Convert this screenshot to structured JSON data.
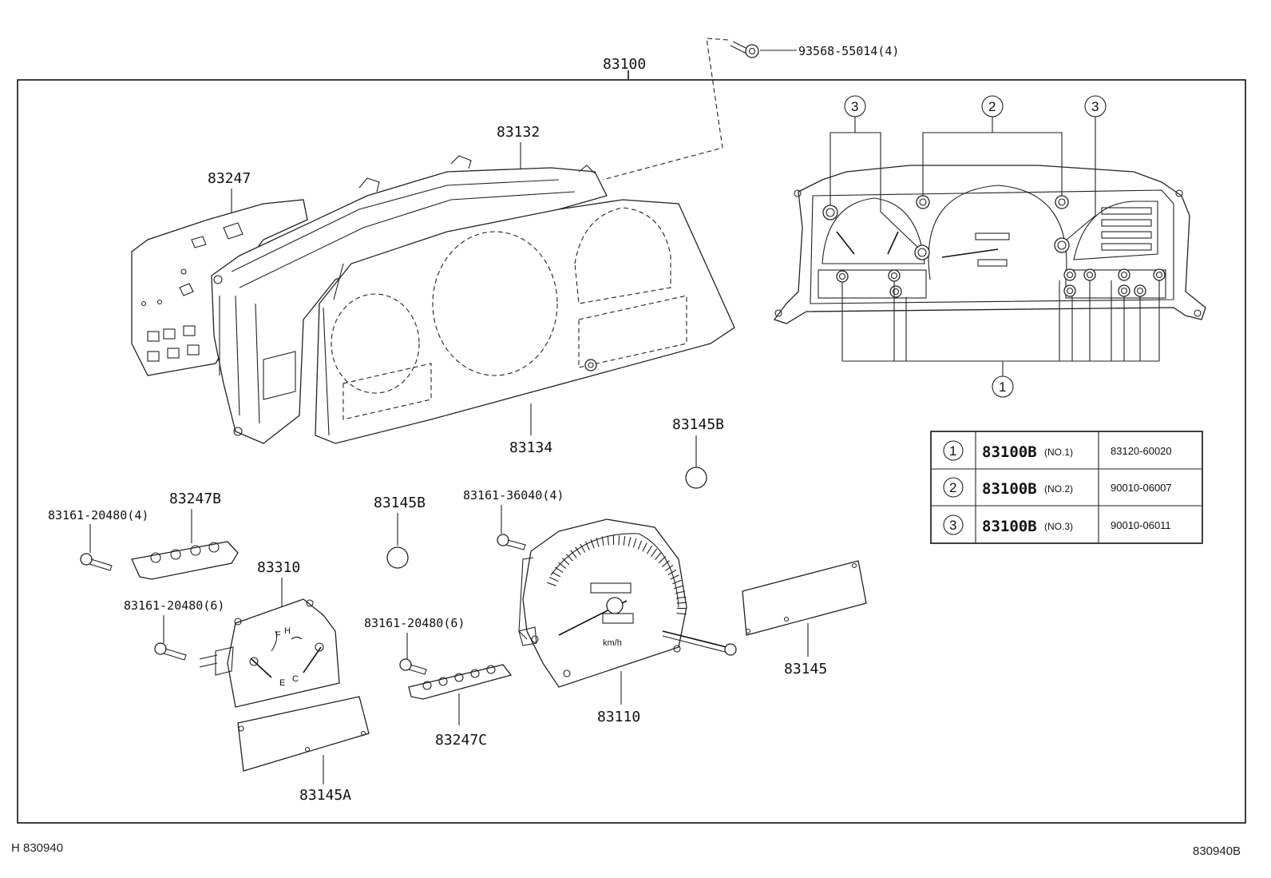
{
  "top_label": "83100",
  "callouts": {
    "screw_top": "93568-55014(4)",
    "p83132": "83132",
    "p83247": "83247",
    "p83134": "83134",
    "p83145B_right": "83145B",
    "p83145B_left": "83145B",
    "p83247B": "83247B",
    "screw_a": "83161-20480(4)",
    "screw_b": "83161-36040(4)",
    "p83310": "83310",
    "screw_c": "83161-20480(6)",
    "screw_d": "83161-20480(6)",
    "p83145": "83145",
    "p83110": "83110",
    "p83247C": "83247C",
    "p83145A": "83145A"
  },
  "gauge_text": {
    "kmh": "km/h",
    "fuel_f": "F",
    "fuel_e": "E",
    "temp_h": "H",
    "temp_c": "C"
  },
  "front_view_circles": {
    "c1": "1",
    "c2": "2",
    "c3_left": "3",
    "c3_right": "3"
  },
  "table": {
    "rows": [
      {
        "ref": "1",
        "part": "83100B",
        "no": "(NO.1)",
        "number": "83120-60020"
      },
      {
        "ref": "2",
        "part": "83100B",
        "no": "(NO.2)",
        "number": "90010-06007"
      },
      {
        "ref": "3",
        "part": "83100B",
        "no": "(NO.3)",
        "number": "90010-06011"
      }
    ]
  },
  "footer": {
    "left": "H 830940",
    "right": "830940B"
  }
}
